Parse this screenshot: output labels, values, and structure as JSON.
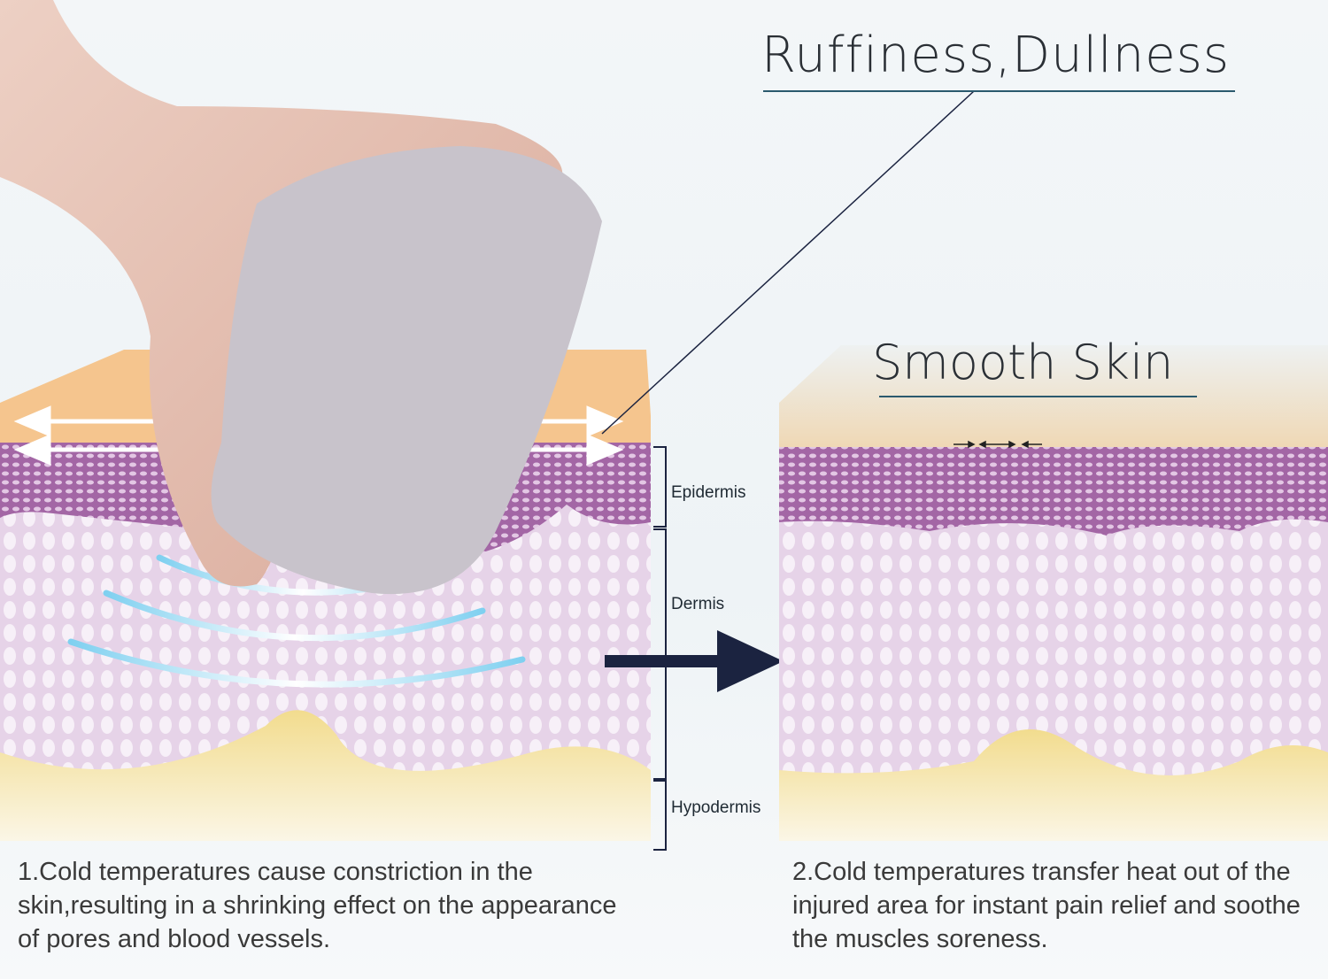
{
  "labels": {
    "before": "Ruffiness,Dullness",
    "after": "Smooth Skin",
    "layers": [
      "Epidermis",
      "Dermis",
      "Hypodermis"
    ]
  },
  "captions": [
    "1.Cold temperatures cause constriction in the skin,resulting in a shrinking effect on the appearance of pores and blood vessels.",
    "2.Cold temperatures transfer heat out of the injured area for instant pain relief and soothe the muscles soreness."
  ],
  "colors": {
    "accent": "#1b2340",
    "epidermis": "#a46aa6",
    "dermis": "#e8d8ea",
    "hypodermis": "#f3e2a0",
    "surface": "#f4c891",
    "handle": "#e9c4b6",
    "roller": "#c9c4cc"
  }
}
